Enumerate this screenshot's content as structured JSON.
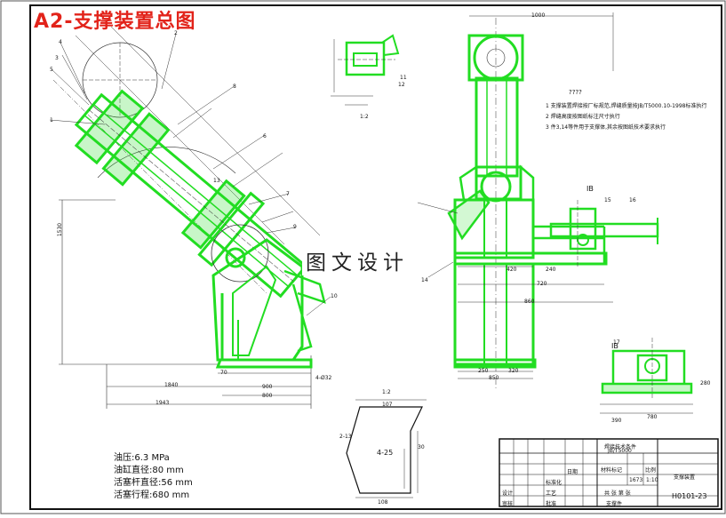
{
  "title": "A2-支撑装置总图",
  "watermark": "图文设计",
  "specs": {
    "pressure": "油压:6.3 MPa",
    "cylinder_bore": "油缸直径:80 mm",
    "rod_diameter": "活塞杆直径:56 mm",
    "stroke": "活塞行程:680 mm"
  },
  "notes": {
    "heading": "????",
    "items": [
      "1  支撑装置焊接按厂标规范,焊缝质量按JB/T5000.10-1998标准执行",
      "2  焊缝高度按图纸标注尺寸执行",
      "3  件3,14等件用于支撑体,其余按图纸技术要求执行"
    ]
  },
  "section_labels": {
    "section_a": "1:2",
    "section_b": "1:2",
    "view_ib_top": "IB",
    "view_ib_bottom": "IB"
  },
  "dimensions": {
    "d1840": "1840",
    "d1943": "1943",
    "d900": "900",
    "d800": "800",
    "d1530": "1530",
    "d1000": "1000",
    "d720": "720",
    "d860": "860",
    "d850": "850",
    "d250": "250",
    "d320": "320",
    "d240": "240",
    "d780": "780",
    "d280": "280",
    "d4_25": "4-25",
    "d107": "107",
    "d108": "108",
    "d30": "30",
    "d2_13": "2-13",
    "d4_32": "4-Ø32",
    "d420": "420",
    "d390": "390",
    "d70": "70"
  },
  "part_numbers": [
    "1",
    "2",
    "3",
    "4",
    "5",
    "6",
    "7",
    "8",
    "9",
    "10",
    "11",
    "12",
    "13",
    "14",
    "15",
    "16",
    "17"
  ],
  "title_block": {
    "standard": "JB/T5000",
    "standard_label": "焊接技术条件",
    "scale": "1:10",
    "scale_label": "比例",
    "weight": "1673",
    "drawing_name": "支撑装置",
    "drawing_number": "H0101-23",
    "design": "设计",
    "check": "审核",
    "approve": "批准",
    "process": "工艺",
    "standardize": "标准化",
    "date": "日期",
    "sheet": "共  张  第  张",
    "material_label": "材料标记",
    "company": "支撑件"
  },
  "colors": {
    "frame": "#111111",
    "part": "#22dd22",
    "title": "#e2231a",
    "thin": "#333333"
  }
}
